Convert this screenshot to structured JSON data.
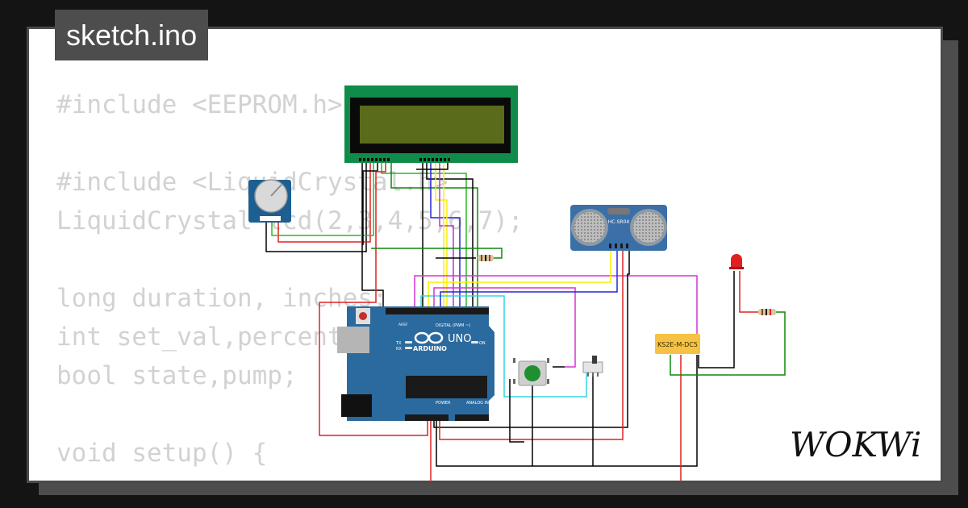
{
  "title": "sketch.ino",
  "code_lines": [
    "#include <EEPROM.h>",
    "",
    "#include <LiquidCrystal.h>",
    "LiquidCrystal lcd(2,3,4,5,6,7);",
    "",
    "long duration, inches;",
    "int set_val,percent;",
    "bool state,pump;",
    "",
    "void setup() {"
  ],
  "components": {
    "arduino_brand": "ARDUINO",
    "arduino_model": "UNO",
    "digital_label": "DIGITAL (PWM ~)",
    "power_label": "POWER",
    "analog_label": "ANALOG IN",
    "aref_label": "AREF",
    "tx_label": "TX",
    "rx_label": "RX",
    "on_label": "ON",
    "ultrasonic_label": "HC-SR04",
    "relay_label": "KS2E-M-DC5"
  },
  "brand": "WOKWi",
  "colors": {
    "background": "#141414",
    "panel": "#ffffff",
    "shadow": "#4d4d4d",
    "code": "#d2d2d2",
    "arduino": "#2b6a9e",
    "lcd_pcb": "#0f8c4a",
    "lcd_screen": "#5a6b1c",
    "ultrasonic": "#3b6fa8",
    "relay": "#f5c243",
    "led": "#e02020"
  }
}
